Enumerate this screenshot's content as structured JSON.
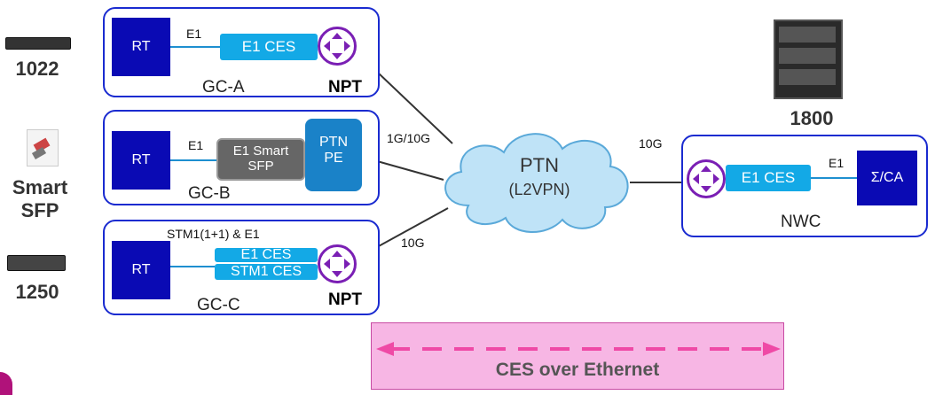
{
  "devices": {
    "d1022": "1022",
    "smart_sfp_line1": "Smart",
    "smart_sfp_line2": "SFP",
    "d1250": "1250",
    "d1800": "1800"
  },
  "gc_a": {
    "rt": "RT",
    "link": "E1",
    "ces": "E1 CES",
    "name": "GC-A",
    "npt": "NPT"
  },
  "gc_b": {
    "rt": "RT",
    "link": "E1",
    "sfp_line1": "E1 Smart",
    "sfp_line2": "SFP",
    "pe_line1": "PTN",
    "pe_line2": "PE",
    "name": "GC-B"
  },
  "gc_c": {
    "rt": "RT",
    "link": "STM1(1+1) & E1",
    "ces1": "E1 CES",
    "ces2": "STM1 CES",
    "name": "GC-C",
    "npt": "NPT"
  },
  "cloud": {
    "line1": "PTN",
    "line2": "(L2VPN)"
  },
  "links": {
    "gcb": "1G/10G",
    "gcc": "10G",
    "nwc": "10G"
  },
  "nwc": {
    "ces": "E1 CES",
    "link": "E1",
    "ca": "Σ/CA",
    "name": "NWC"
  },
  "banner": {
    "label": "CES over Ethernet"
  },
  "colors": {
    "accent_blue": "#13a9e6",
    "rt_blue": "#0a0ab4",
    "router_purple": "#7a1fb4",
    "border_blue": "#1a2bd0",
    "banner_pink": "#f7b6e4"
  }
}
